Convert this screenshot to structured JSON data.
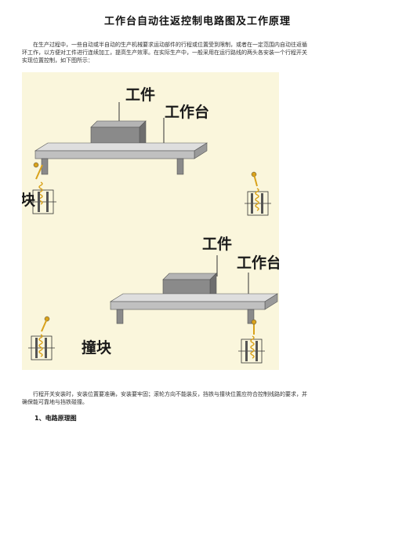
{
  "document": {
    "title": "工作台自动往返控制电路图及工作原理",
    "intro": "在生产过程中，一些自动或半自动的生产机械要求运动部件的行程或位置受到限制，或者在一定范围内自动往返循环工作，以方便对工件进行连续加工，提高生产效率。在实际生产中，一般采用在运行路线的两头各安装一个行程开关实现位置控制，如下图所示：",
    "note": "行程开关安装时，安装位置要准确，安装要牢固；滚轮方向不能装反，挡铁与撞块位置应符合控制线路的要求，并确保能可靠地与挡铁碰撞。",
    "section_heading": "1、电路原理图"
  },
  "figure": {
    "labels": {
      "workpiece_top": "工件",
      "table_top": "工作台",
      "block_left": "块",
      "workpiece_bottom": "工件",
      "table_bottom": "工作台",
      "block_bottom": "撞块"
    },
    "colors": {
      "background": "#faf6dc",
      "table": "#c8c8c8",
      "box": "#8a8a8a",
      "spring": "#d9a21b"
    }
  }
}
